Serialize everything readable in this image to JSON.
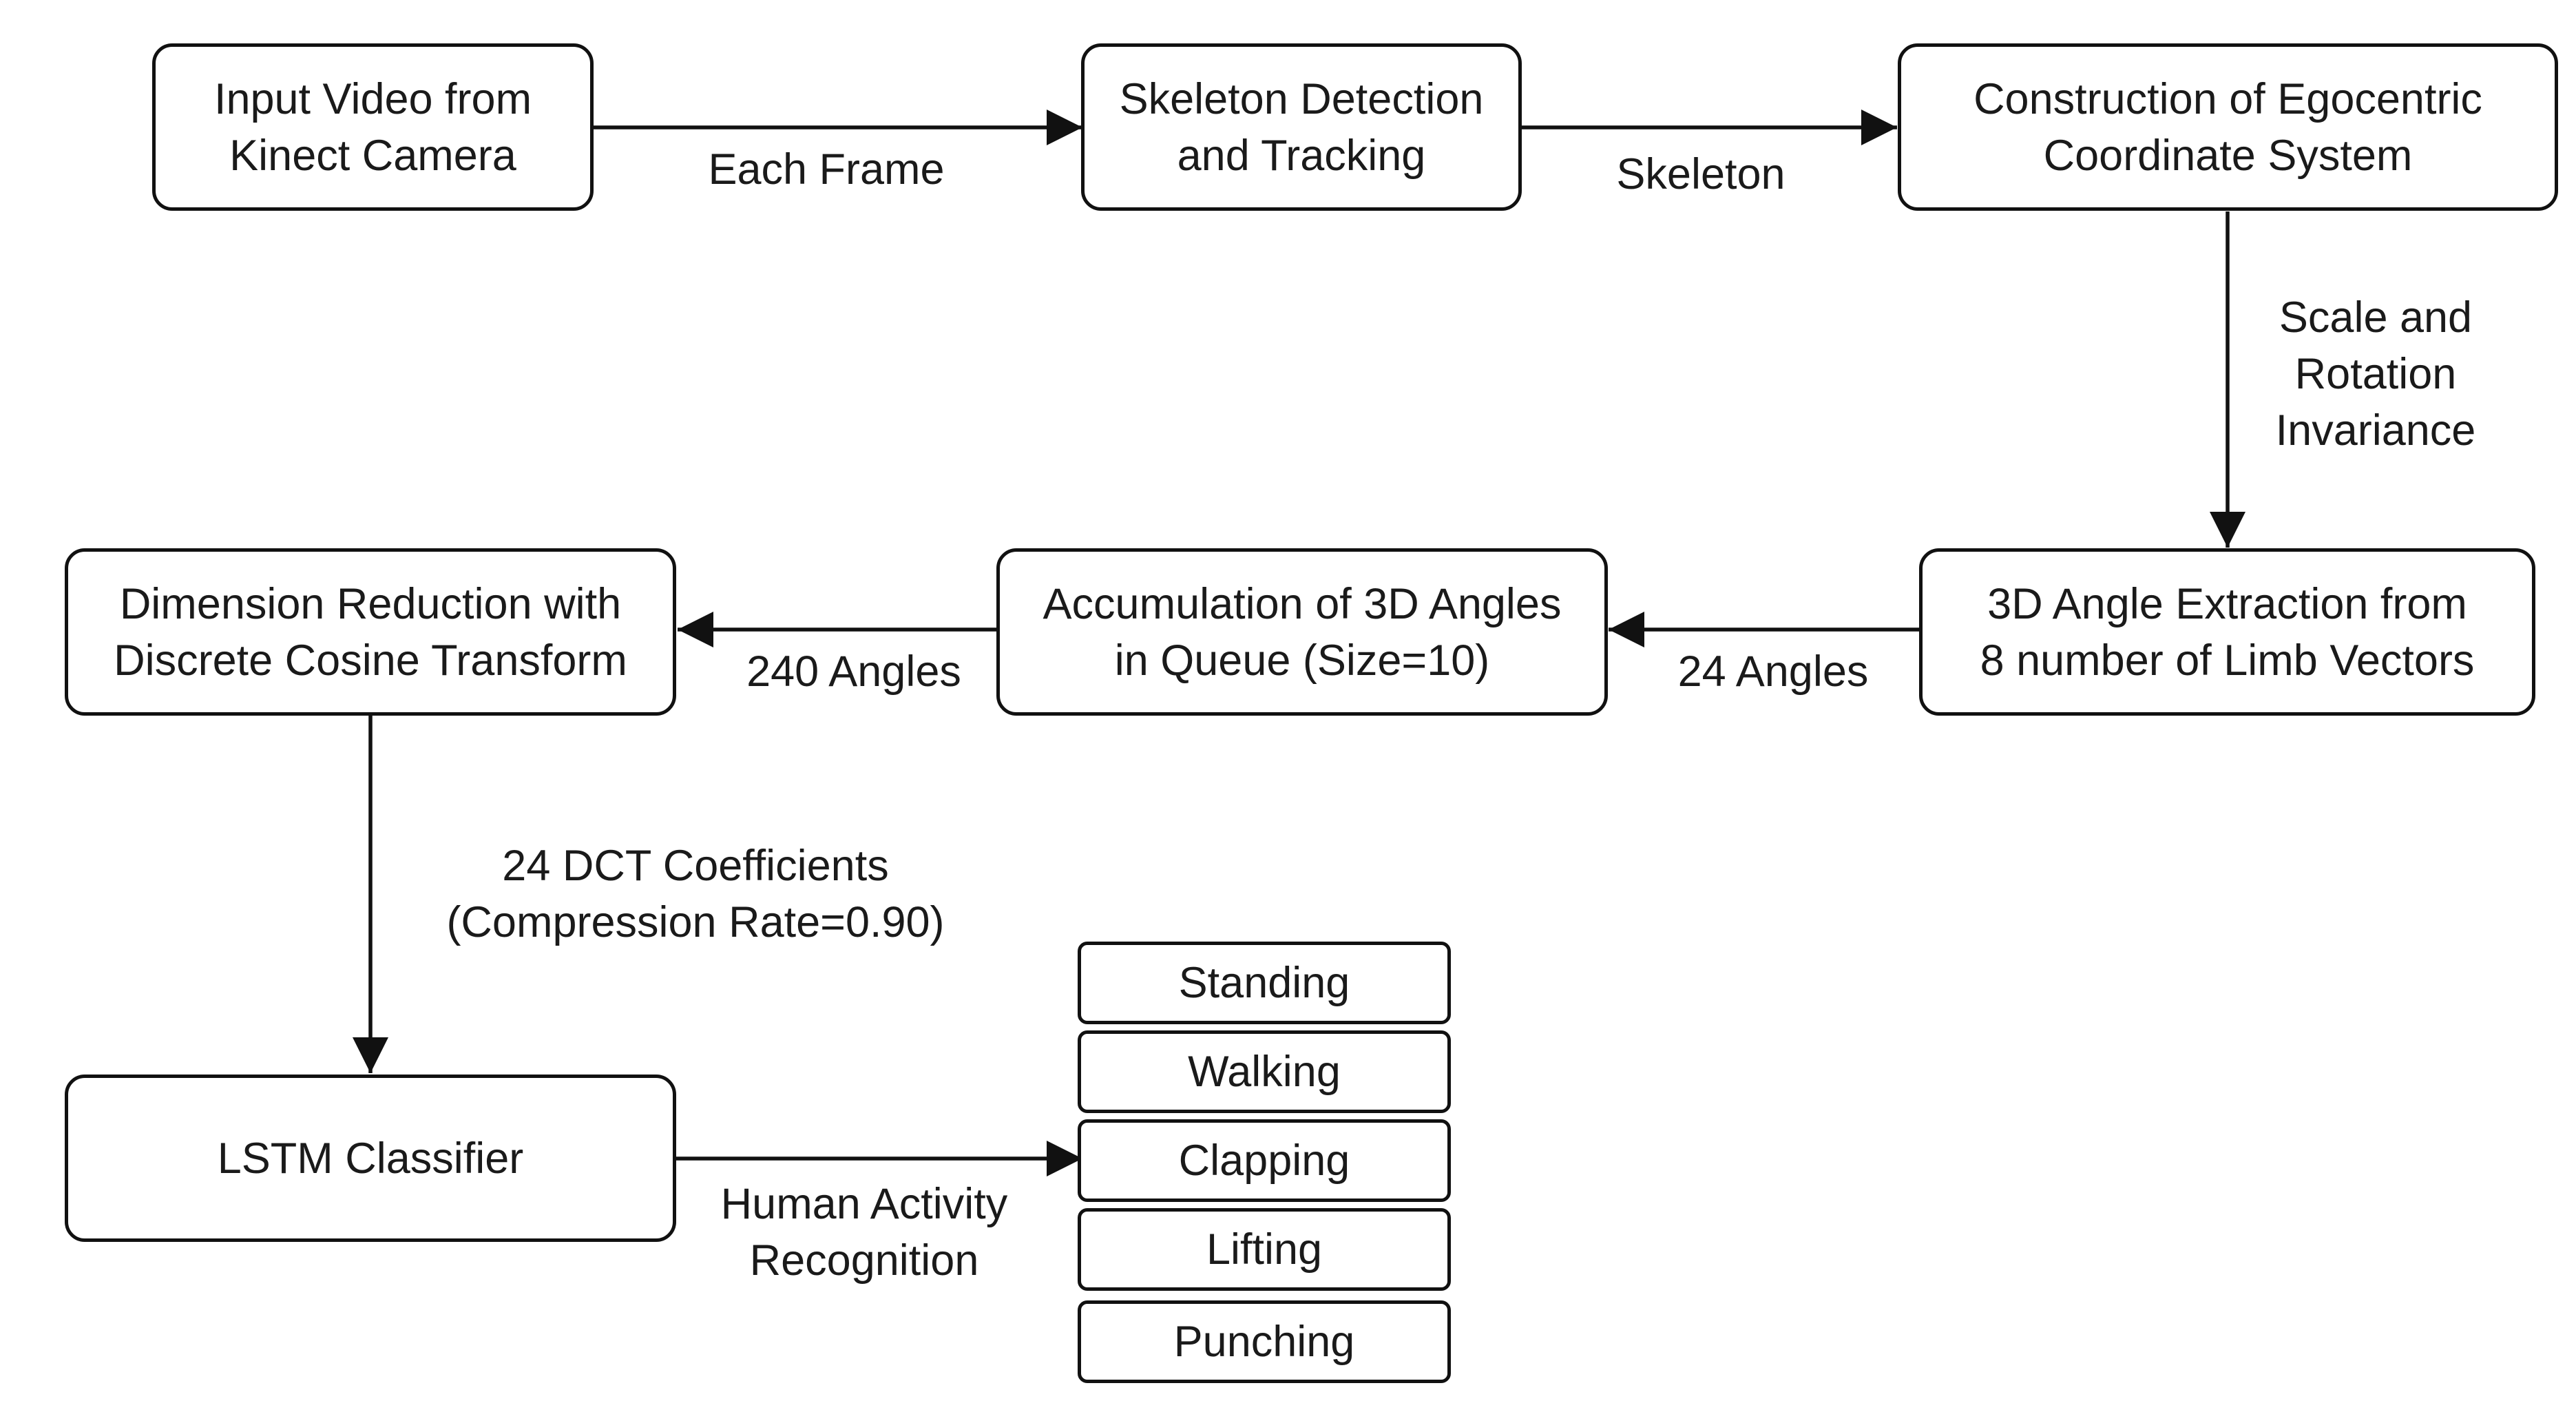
{
  "nodes": {
    "input_video": "Input Video from\nKinect Camera",
    "skeleton_detection": "Skeleton Detection\nand Tracking",
    "egocentric": "Construction of Egocentric\nCoordinate System",
    "angle_extraction": "3D Angle Extraction from\n8 number of Limb Vectors",
    "accumulation": "Accumulation of 3D Angles\nin Queue (Size=10)",
    "dimension_reduction": "Dimension Reduction with\nDiscrete Cosine Transform",
    "lstm": "LSTM Classifier"
  },
  "edges": {
    "each_frame": "Each Frame",
    "skeleton": "Skeleton",
    "scale_rotation": "Scale and\nRotation\nInvariance",
    "angles_24": "24 Angles",
    "angles_240": "240 Angles",
    "dct_coefficients": "24 DCT Coefficients\n(Compression Rate=0.90)",
    "har": "Human Activity\nRecognition"
  },
  "classes": [
    "Standing",
    "Walking",
    "Clapping",
    "Lifting",
    "Punching"
  ]
}
